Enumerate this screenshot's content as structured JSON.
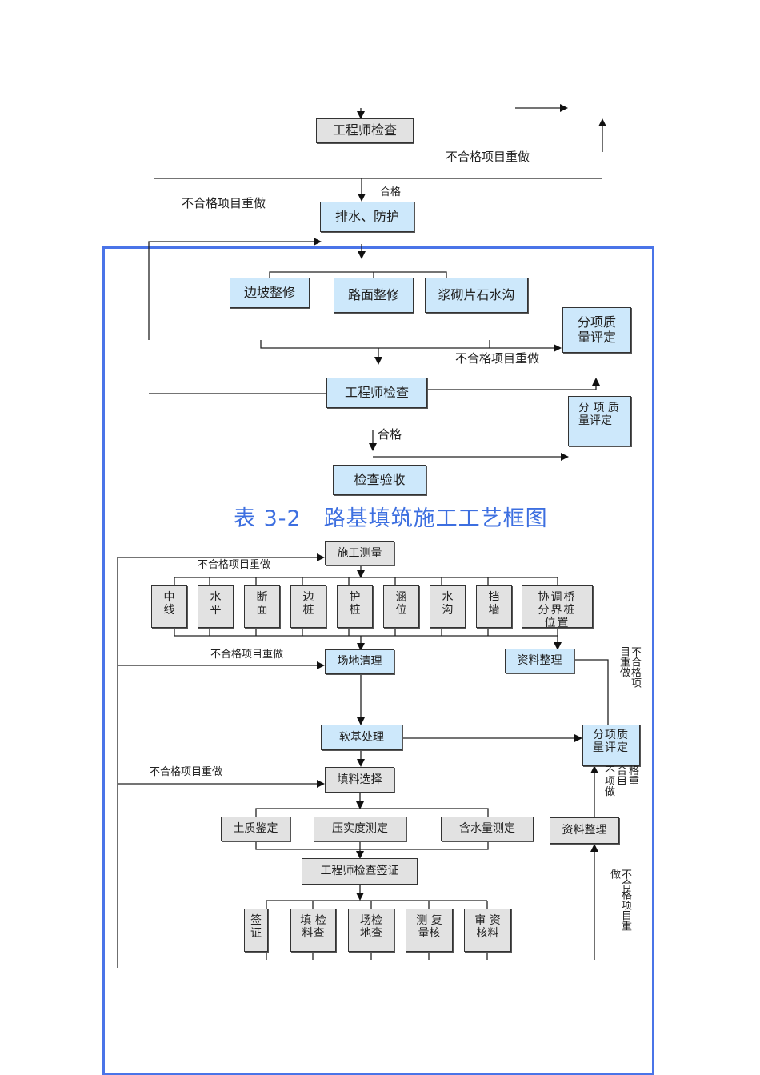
{
  "top_section": {
    "engineer_check": "工程师检查",
    "redo_right": "不合格项目重做",
    "redo_left": "不合格项目重做",
    "pass": "合格",
    "drainage": "排水、防护"
  },
  "blue_section": {
    "slope_trim": "边坡整修",
    "road_trim": "路面整修",
    "stone_ditch": "浆砌片石水沟",
    "quality_eval_1": "分项质量评定",
    "redo_1": "不合格项目重做",
    "engineer_check_2": "工程师检查",
    "quality_eval_2": "分 项 质 量评定",
    "pass_2": "合格",
    "acceptance": "检查验收"
  },
  "title": "表 3-2　路基填筑施工工艺框图",
  "fill_chart": {
    "survey": "施工测量",
    "redo_top": "不合格项目重做",
    "survey_items": [
      "中线",
      "水平",
      "断面",
      "边桩",
      "护桩",
      "涵位",
      "水沟",
      "挡墙"
    ],
    "bridge_boundary": "协调桥分界桩位置",
    "site_clear": "场地清理",
    "redo_site": "不合格项目重做",
    "data_arrange_1": "资料整理",
    "redo_vertical_1": "不合格项目重做",
    "soft_base": "软基处理",
    "quality_eval": "分项质量评定",
    "redo_fill": "不合格项目重做",
    "fill_select": "填料选择",
    "redo_vertical_2": "不合格项目重做",
    "tests": [
      "土质鉴定",
      "压实度测定",
      "含水量测定"
    ],
    "data_arrange_2": "资料整理",
    "redo_vertical_3": "不合格项目重做",
    "engineer_sign": "工程师检查签证",
    "sign_items": [
      "签证",
      "填料检查",
      "场地检查",
      "复测核量",
      "资料审核"
    ],
    "sign_items_display": [
      "签 证",
      "填 检 料查",
      "场检 地查",
      "测 复 量核",
      "审 资 核料"
    ]
  }
}
